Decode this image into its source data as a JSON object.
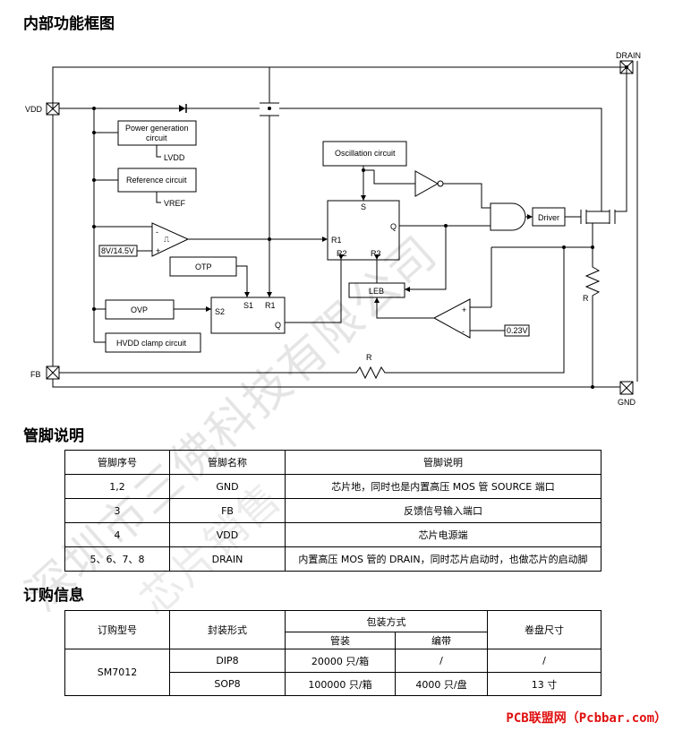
{
  "sections": {
    "block_diagram_title": "内部功能框图",
    "pin_title": "管脚说明",
    "order_title": "订购信息"
  },
  "diagram": {
    "labels": {
      "drain": "DRAIN",
      "vdd": "VDD",
      "fb": "FB",
      "gnd": "GND",
      "power_gen_1": "Power generation",
      "power_gen_2": "circuit",
      "lvdd": "LVDD",
      "reference": "Reference circuit",
      "vref": "VREF",
      "vth": "8V/14.5V",
      "otp": "OTP",
      "ovp": "OVP",
      "hvdd": "HVDD clamp circuit",
      "osc": "Oscillation circuit",
      "driver": "Driver",
      "leb": "LEB",
      "r_sense": "R",
      "r_fb": "R",
      "ref_023": "0.23V",
      "ff1_s2": "S2",
      "ff1_s1": "S1",
      "ff1_r1": "R1",
      "ff1_q": "Q",
      "ff2_s": "S",
      "ff2_r1": "R1",
      "ff2_r2": "R2",
      "ff2_r3": "R3",
      "ff2_q": "Q",
      "schmitt_minus": "-",
      "schmitt_plus": "+",
      "comp_plus": "+",
      "comp_minus": "-"
    }
  },
  "pin_table": {
    "headers": [
      "管脚序号",
      "管脚名称",
      "管脚说明"
    ],
    "rows": [
      [
        "1,2",
        "GND",
        "芯片地，同时也是内置高压 MOS 管 SOURCE 端口"
      ],
      [
        "3",
        "FB",
        "反馈信号输入端口"
      ],
      [
        "4",
        "VDD",
        "芯片电源端"
      ],
      [
        "5、6、7、8",
        "DRAIN",
        "内置高压 MOS 管的 DRAIN，同时芯片启动时，也做芯片的启动脚"
      ]
    ]
  },
  "order_table": {
    "h_model": "订购型号",
    "h_package": "封装形式",
    "h_packing": "包装方式",
    "h_tube": "管装",
    "h_tape": "编带",
    "h_reel": "卷盘尺寸",
    "model": "SM7012",
    "rows": [
      {
        "package": "DIP8",
        "tube": "20000 只/箱",
        "tape": "/",
        "reel": "/"
      },
      {
        "package": "SOP8",
        "tube": "100000 只/箱",
        "tape": "4000 只/盘",
        "reel": "13 寸"
      }
    ]
  },
  "watermark": {
    "line1": "深圳市三佛科技有限公司",
    "line2": "芯片销售"
  },
  "footer": "PCB联盟网（Pcbbar.com）"
}
